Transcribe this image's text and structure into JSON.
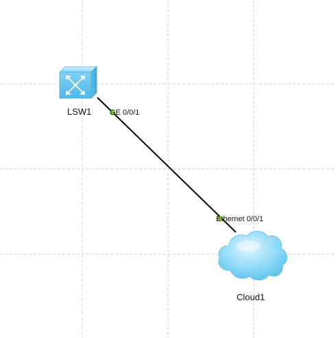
{
  "devices": {
    "switch": {
      "label": "LSW1",
      "icon": "switch-icon",
      "color": "#5cc4f0"
    },
    "cloud": {
      "label": "Cloud1",
      "icon": "cloud-icon",
      "color": "#62c8f2"
    }
  },
  "link": {
    "from_port": "GE 0/0/1",
    "to_port": "Ethernet 0/0/1",
    "color": "#000000",
    "port_indicator_color": "#7ed321"
  },
  "grid": {
    "color": "#cfcfcf",
    "style": "dashed"
  }
}
